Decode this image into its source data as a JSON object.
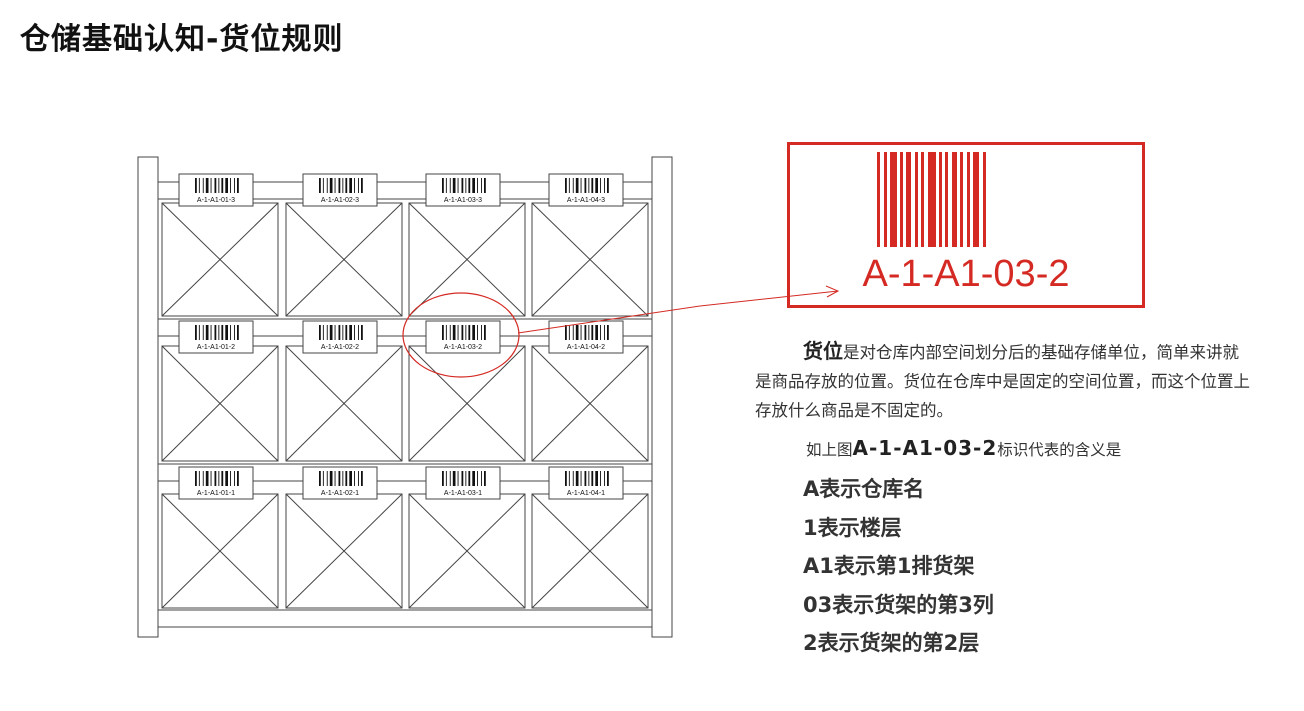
{
  "title": "仓储基础认知-货位规则",
  "rack": {
    "tags": [
      [
        "A-1-A1-01-3",
        "A-1-A1-02-3",
        "A-1-A1-03-3",
        "A-1-A1-04-3"
      ],
      [
        "A-1-A1-01-2",
        "A-1-A1-02-2",
        "A-1-A1-03-2",
        "A-1-A1-04-2"
      ],
      [
        "A-1-A1-01-1",
        "A-1-A1-02-1",
        "A-1-A1-03-1",
        "A-1-A1-04-1"
      ]
    ],
    "highlighted_tag": "A-1-A1-03-2"
  },
  "callout": {
    "code": "A-1-A1-03-2",
    "color": "#d42a23"
  },
  "description": {
    "lead": "货位",
    "body": "是对仓库内部空间划分后的基础存储单位，简单来讲就是商品存放的位置。货位在仓库中是固定的空间位置，而这个位置上存放什么商品是不固定的。"
  },
  "example": {
    "prefix": "如上图",
    "code": "A-1-A1-03-2",
    "suffix": "标识代表的含义是"
  },
  "meanings": [
    "A表示仓库名",
    "1表示楼层",
    "A1表示第1排货架",
    "03表示货架的第3列",
    "2表示货架的第2层"
  ]
}
